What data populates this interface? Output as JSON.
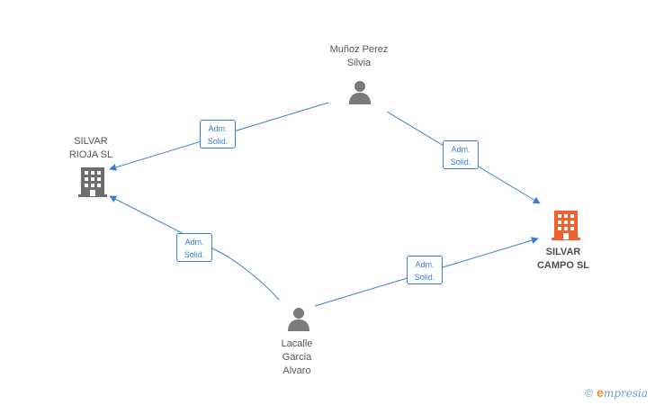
{
  "nodes": {
    "munoz": {
      "label": "Muñoz Perez\nSilvia",
      "type": "person"
    },
    "rioja": {
      "label": "SILVAR\nRIOJA SL",
      "type": "company"
    },
    "campo": {
      "label": "SILVAR\nCAMPO SL",
      "type": "company",
      "highlight": true
    },
    "lacalle": {
      "label": "Lacalle\nGarcia\nAlvaro",
      "type": "person"
    }
  },
  "edges": [
    {
      "from": "munoz",
      "to": "rioja",
      "label": "Adm.\nSolid."
    },
    {
      "from": "munoz",
      "to": "campo",
      "label": "Adm.\nSolid."
    },
    {
      "from": "lacalle",
      "to": "rioja",
      "label": "Adm.\nSolid."
    },
    {
      "from": "lacalle",
      "to": "campo",
      "label": "Adm.\nSolid."
    }
  ],
  "colors": {
    "edge": "#3a7fd4",
    "person_icon": "#7a7a7a",
    "company_icon": "#6e6e6e",
    "highlight_company_icon": "#f0622d"
  },
  "footer": {
    "copyright_symbol": "©",
    "brand": "mpresia",
    "brand_initial": "e"
  }
}
